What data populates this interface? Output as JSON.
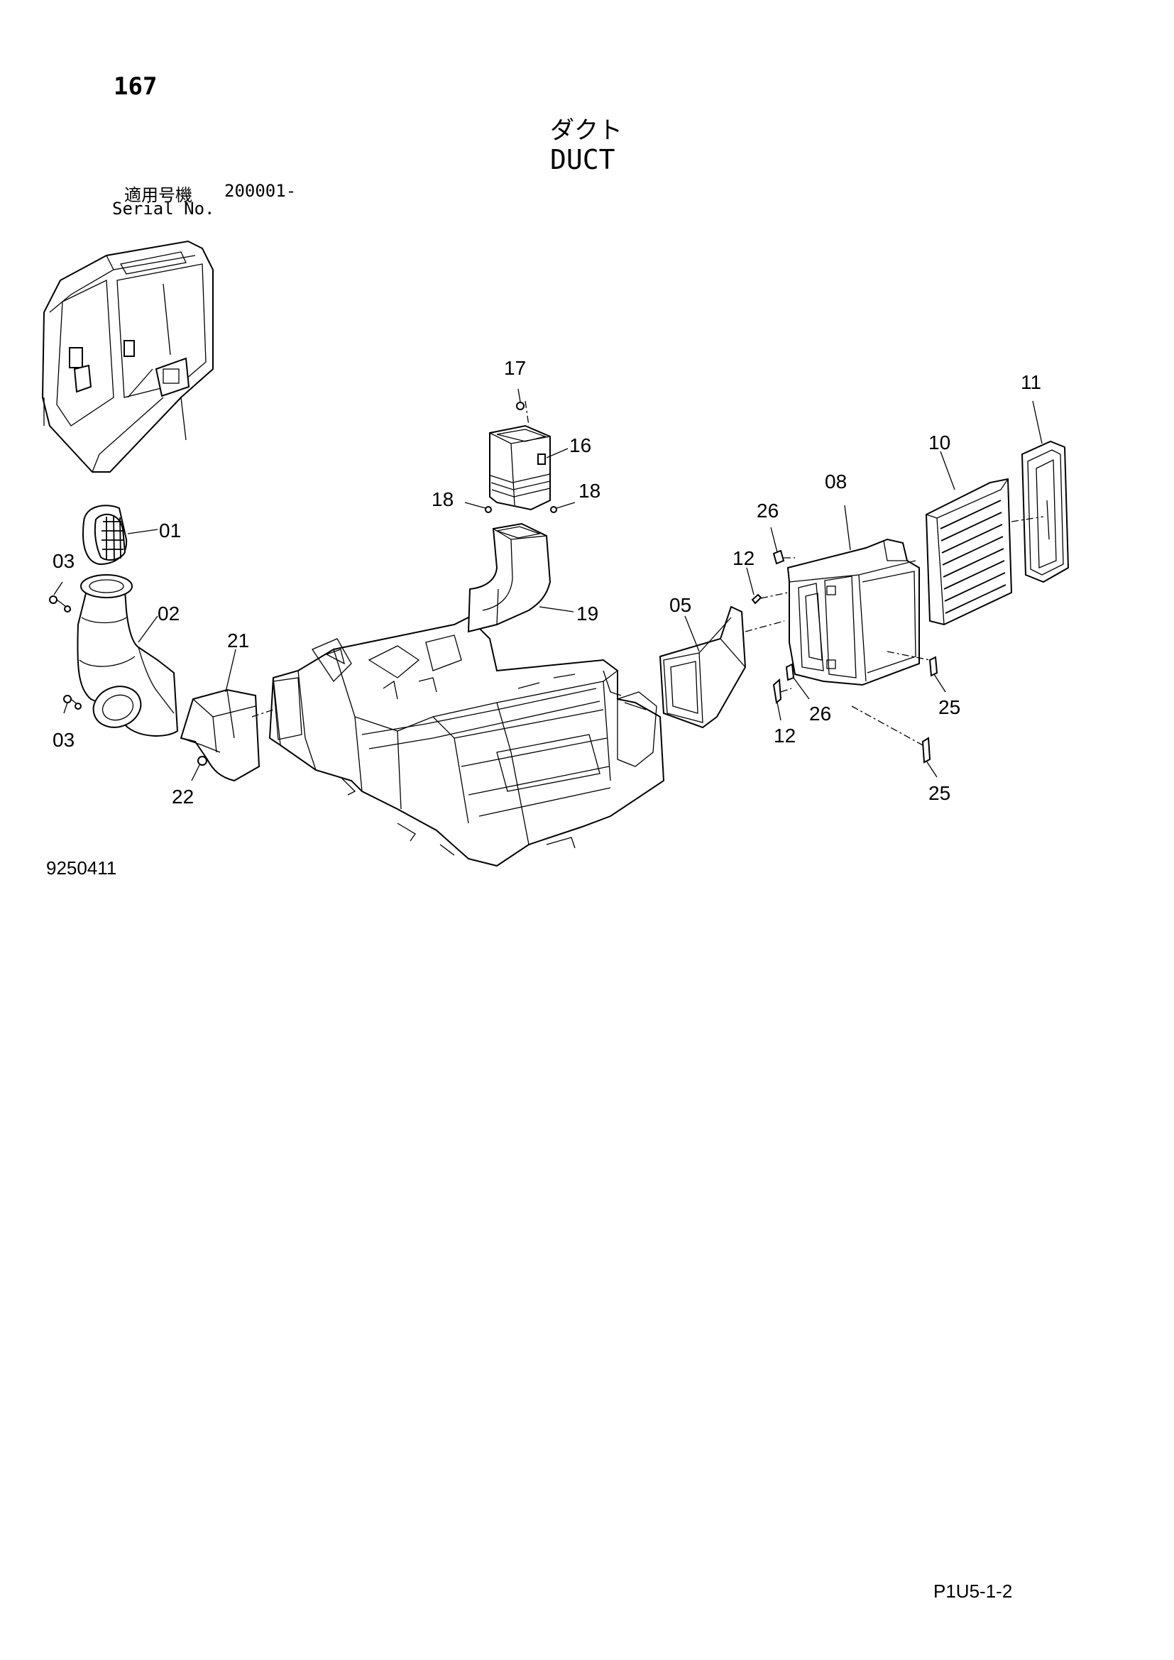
{
  "header": {
    "page_number": "167",
    "title_jp": "ダクト",
    "title_en": "DUCT",
    "serial_label_jp": "適用号機",
    "serial_value": "200001-",
    "serial_label_en": "Serial No."
  },
  "diagram": {
    "callouts": [
      "01",
      "02",
      "03",
      "03",
      "05",
      "08",
      "10",
      "11",
      "12",
      "12",
      "16",
      "17",
      "18",
      "18",
      "19",
      "21",
      "22",
      "25",
      "25",
      "26",
      "26"
    ]
  },
  "footer": {
    "drawing_number": "9250411",
    "page_code": "P1U5-1-2"
  }
}
